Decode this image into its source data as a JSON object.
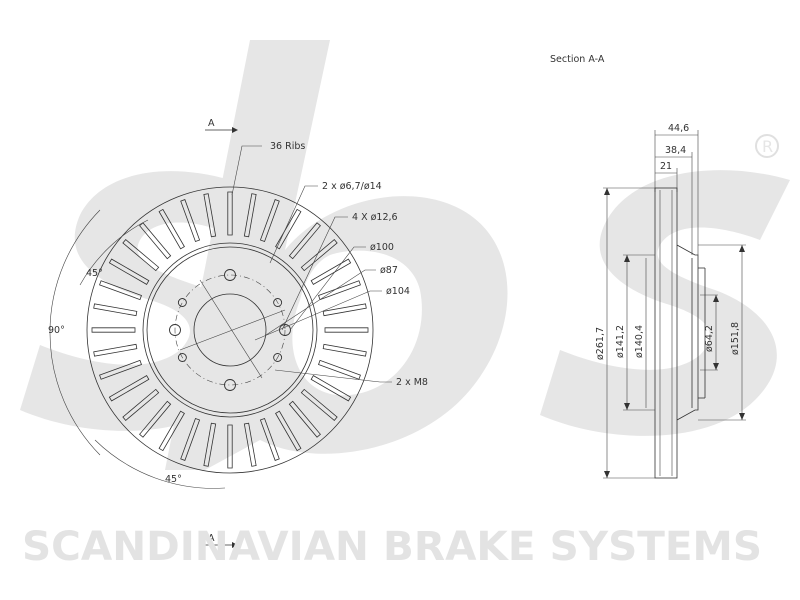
{
  "section_title": "Section A-A",
  "section_marker_top": "A",
  "section_marker_bottom": "A",
  "brand_text": "SCANDINAVIAN BRAKE SYSTEMS",
  "logo_text": "sbs",
  "registered_mark": "R",
  "front_view": {
    "ribs": "36 Ribs",
    "holes_small": "2 x ø6,7/ø14",
    "holes_bolt": "4 X ø12,6",
    "pcd": "ø100",
    "center_bore_outer": "ø87",
    "hat_outer": "ø104",
    "thread_holes": "2 x M8",
    "angle_top": "45°",
    "angle_left": "90°",
    "angle_bottom": "45°"
  },
  "section_view": {
    "total_height": "44,6",
    "hat_height": "38,4",
    "disc_thickness": "21",
    "outer_diameter": "ø261,7",
    "inner_friction_diameter": "ø141,2",
    "hat_diameter": "ø140,4",
    "center_bore": "ø64,2",
    "friction_ring_inner": "ø151,8"
  },
  "colors": {
    "line": "#333333",
    "watermark": "#e4e4e4"
  }
}
